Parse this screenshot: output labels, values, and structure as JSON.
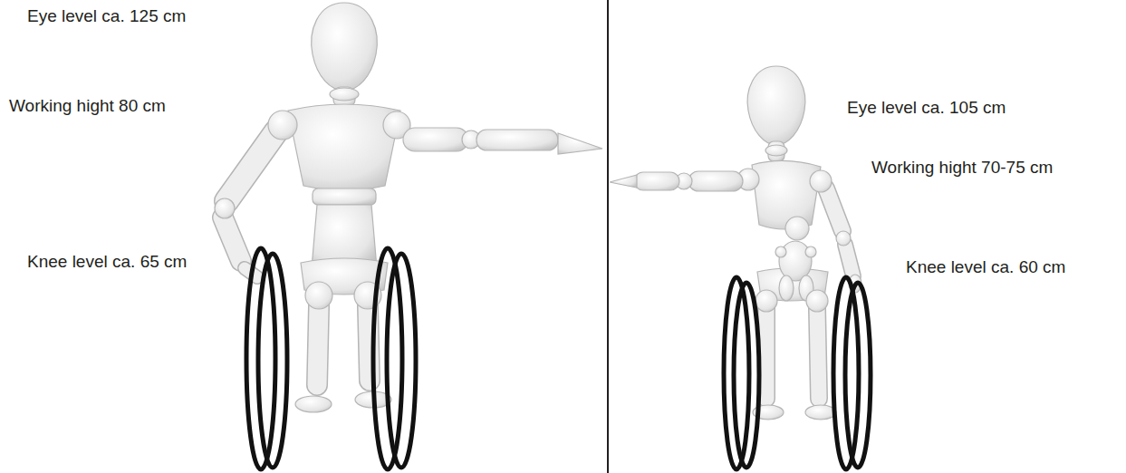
{
  "diagram": {
    "labels": [
      "Eye level ca. 125 cm",
      "Working hight 80 cm",
      "Knee level ca. 65 cm",
      "Eye level ca. 105 cm",
      "Working hight 70-75 cm",
      "Knee level ca. 60 cm"
    ]
  }
}
